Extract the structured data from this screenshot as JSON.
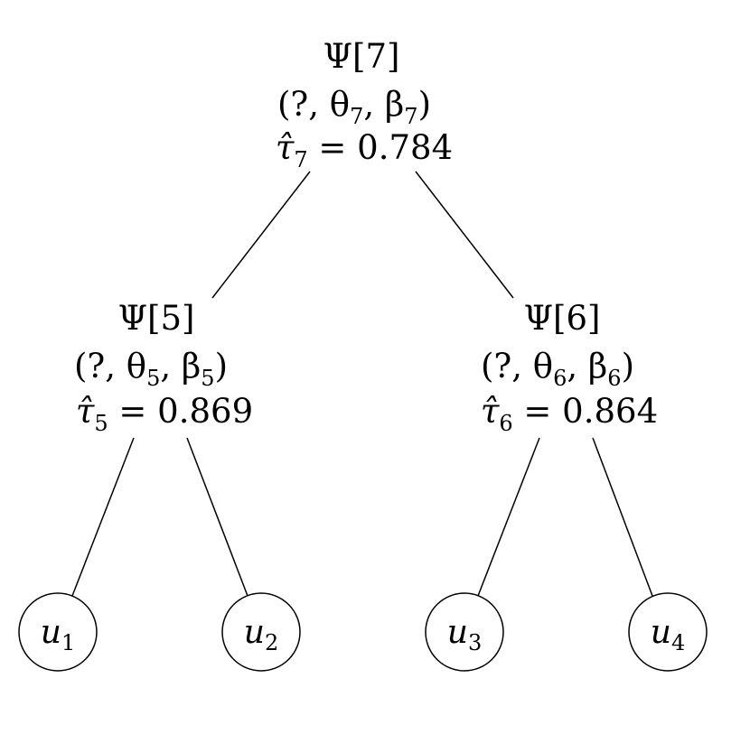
{
  "tree": {
    "root": {
      "id": "7",
      "label": "Ψ[7]",
      "params": {
        "open": "(?, θ",
        "sub1": "7",
        "mid": ", β",
        "sub2": "7",
        "close": ")"
      },
      "tau": {
        "pre": "τ̂",
        "sub": "7",
        "rest": " = 0.784"
      }
    },
    "left": {
      "id": "5",
      "label": "Ψ[5]",
      "params": {
        "open": "(?, θ",
        "sub1": "5",
        "mid": ", β",
        "sub2": "5",
        "close": ")"
      },
      "tau": {
        "pre": "τ̂",
        "sub": "5",
        "rest": " = 0.869"
      }
    },
    "right": {
      "id": "6",
      "label": "Ψ[6]",
      "params": {
        "open": "(?, θ",
        "sub1": "6",
        "mid": ", β",
        "sub2": "6",
        "close": ")"
      },
      "tau": {
        "pre": "τ̂",
        "sub": "6",
        "rest": " = 0.864"
      }
    },
    "leaves": [
      {
        "var": "u",
        "sub": "1"
      },
      {
        "var": "u",
        "sub": "2"
      },
      {
        "var": "u",
        "sub": "3"
      },
      {
        "var": "u",
        "sub": "4"
      }
    ]
  }
}
